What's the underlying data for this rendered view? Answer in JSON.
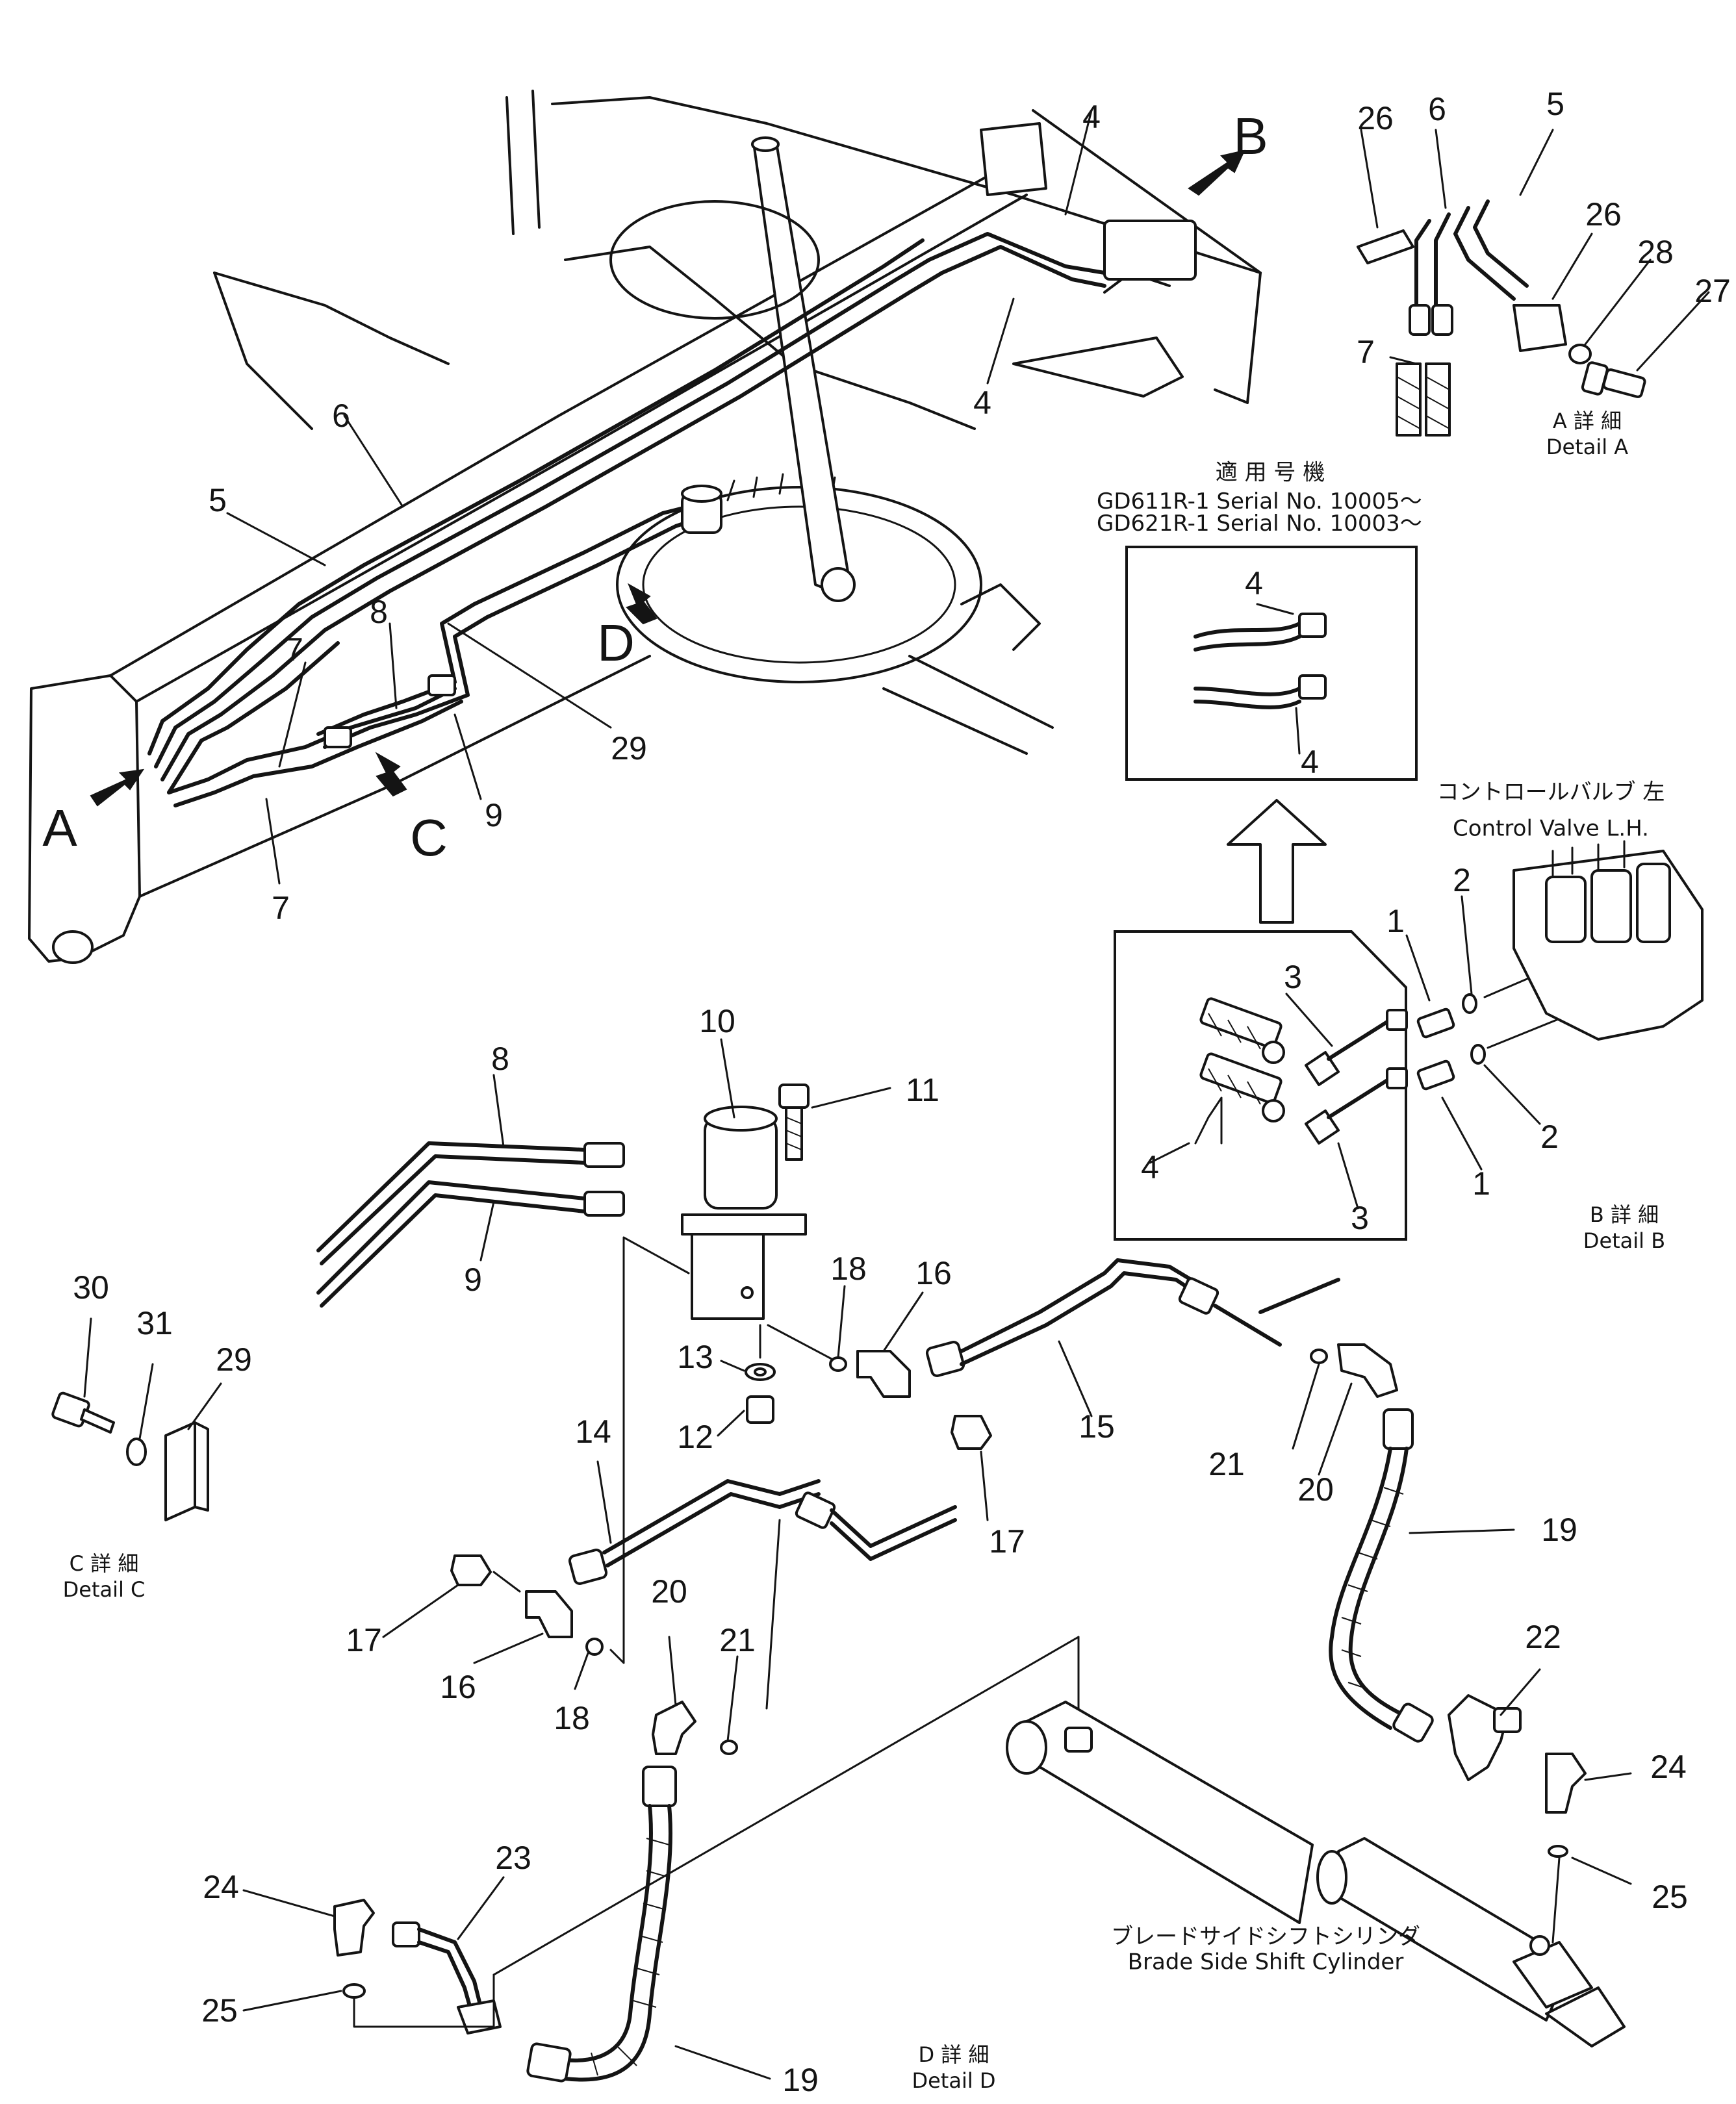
{
  "labels": {
    "view_a": "A",
    "view_b": "B",
    "view_c": "C",
    "view_d": "D",
    "n1a": "1",
    "n1b": "1",
    "n2a": "2",
    "n2b": "2",
    "n3a": "3",
    "n3b": "3",
    "n4a": "4",
    "n4b": "4",
    "n4c": "4",
    "n4d": "4",
    "n4e": "4",
    "n5a": "5",
    "n5b": "5",
    "n6a": "6",
    "n6b": "6",
    "n7a": "7",
    "n7b": "7",
    "n7c": "7",
    "n8a": "8",
    "n8b": "8",
    "n9a": "9",
    "n9b": "9",
    "n10": "10",
    "n11": "11",
    "n12": "12",
    "n13": "13",
    "n14": "14",
    "n15": "15",
    "n16a": "16",
    "n16b": "16",
    "n17a": "17",
    "n17b": "17",
    "n18a": "18",
    "n18b": "18",
    "n19a": "19",
    "n19b": "19",
    "n20a": "20",
    "n20b": "20",
    "n21a": "21",
    "n21b": "21",
    "n22": "22",
    "n23": "23",
    "n24a": "24",
    "n24b": "24",
    "n25a": "25",
    "n25b": "25",
    "n26a": "26",
    "n26b": "26",
    "n27": "27",
    "n28": "28",
    "n29a": "29",
    "n29b": "29",
    "n30": "30",
    "n31": "31"
  },
  "notes": {
    "serial_heading": "適 用 号 機",
    "serial_line1": "GD611R-1  Serial  No.  10005～",
    "serial_line2": "GD621R-1  Serial  No.  10003～",
    "control_valve_jp": "コントロールバルブ  左",
    "control_valve_en": "Control  Valve  L.H.",
    "cylinder_jp": "ブレードサイドシフトシリンダ",
    "cylinder_en": "Brade  Side  Shift  Cylinder"
  },
  "details": {
    "a_jp": "A 詳 細",
    "a_en": "Detail  A",
    "b_jp": "B 詳 細",
    "b_en": "Detail  B",
    "c_jp": "C 詳 細",
    "c_en": "Detail  C",
    "d_jp": "D 詳 細",
    "d_en": "Detail  D"
  }
}
